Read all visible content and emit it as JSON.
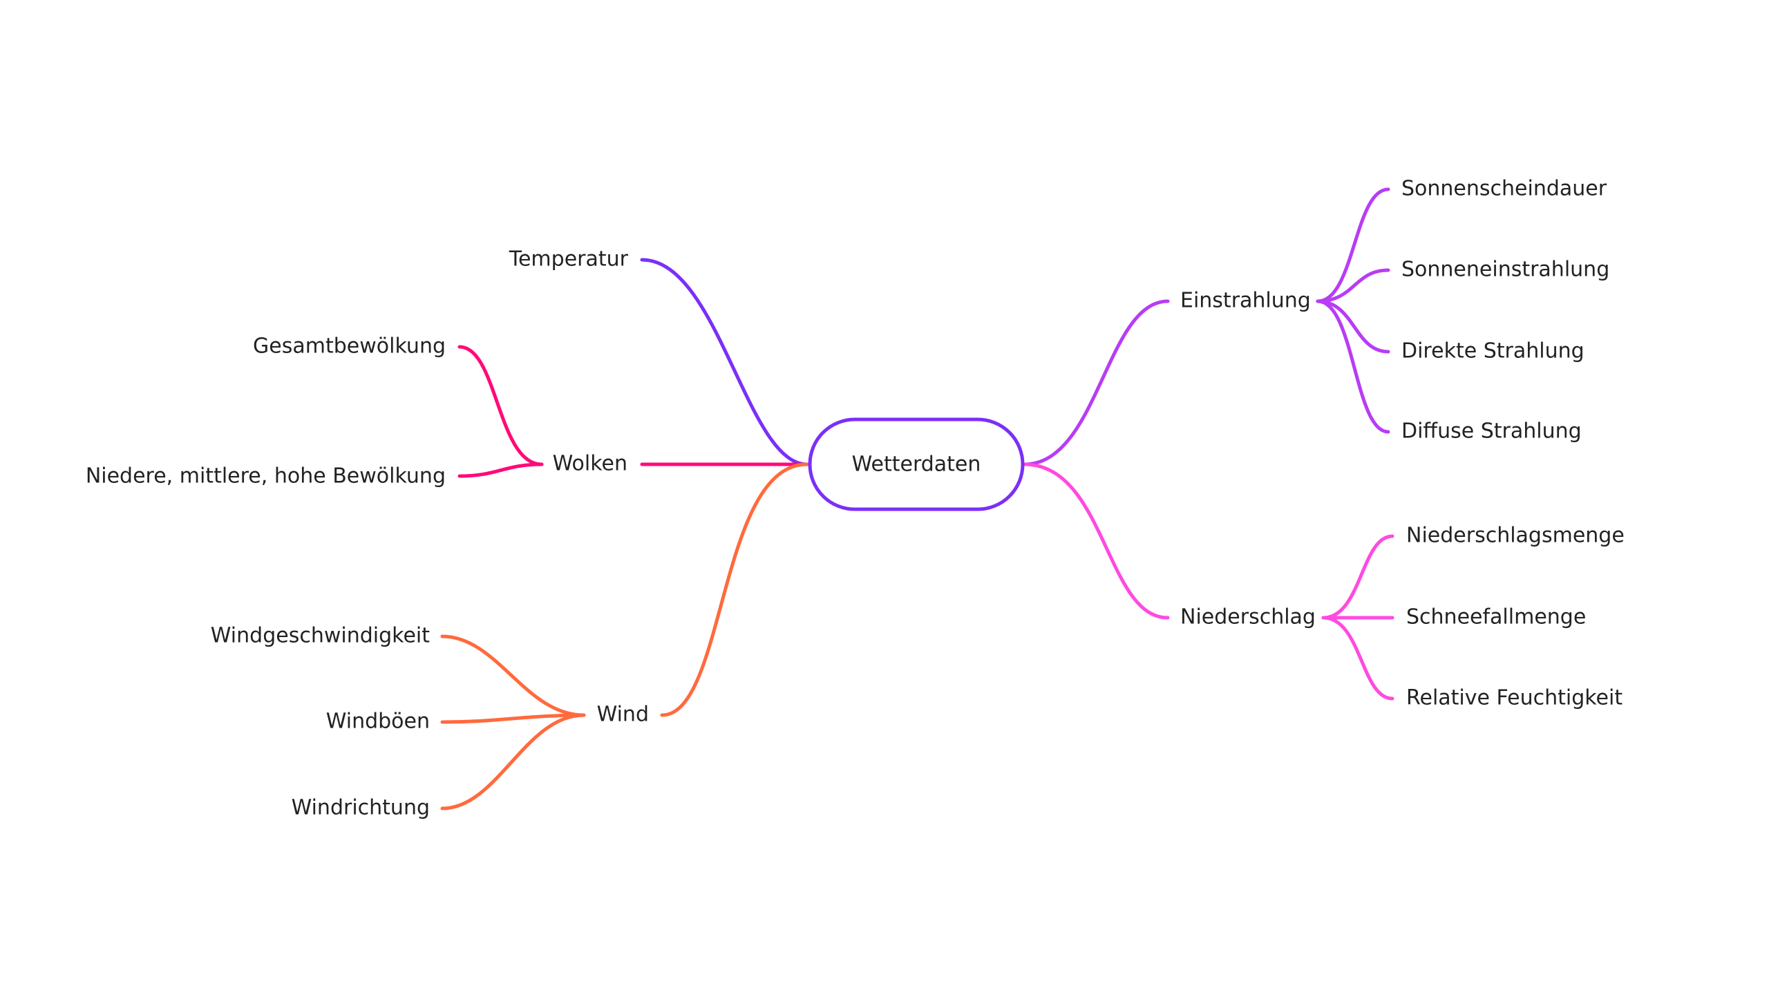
{
  "root": {
    "label": "Wetterdaten",
    "color": "#7b2ff7"
  },
  "branches": {
    "temperatur": {
      "label": "Temperatur",
      "color": "#7b2ff7"
    },
    "wolken": {
      "label": "Wolken",
      "color": "#ff0a78",
      "children": [
        "Gesamtbewölkung",
        "Niedere, mittlere, hohe Bewölkung"
      ]
    },
    "wind": {
      "label": "Wind",
      "color": "#ff6a3d",
      "children": [
        "Windgeschwindigkeit",
        "Windböen",
        "Windrichtung"
      ]
    },
    "einstrahlung": {
      "label": "Einstrahlung",
      "color": "#b83cf5",
      "children": [
        "Sonnenscheindauer",
        "Sonneneinstrahlung",
        "Direkte Strahlung",
        "Diffuse Strahlung"
      ]
    },
    "niederschlag": {
      "label": "Niederschlag",
      "color": "#ff4ae0",
      "children": [
        "Niederschlagsmenge",
        "Schneefallmenge",
        "Relative Feuchtigkeit"
      ]
    }
  }
}
